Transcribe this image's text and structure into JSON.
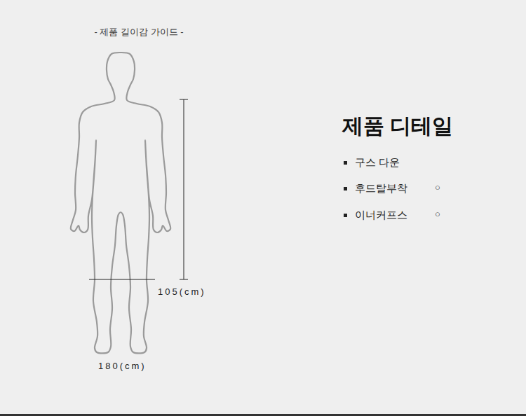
{
  "diagram": {
    "title": "- 제품 길이감 가이드 -",
    "labels": [
      "105(cm)",
      "180(cm)",
      "제품 디테일",
      "구스 다운",
      "후드탈부착",
      "○",
      "이너커프스",
      "○"
    ]
  }
}
